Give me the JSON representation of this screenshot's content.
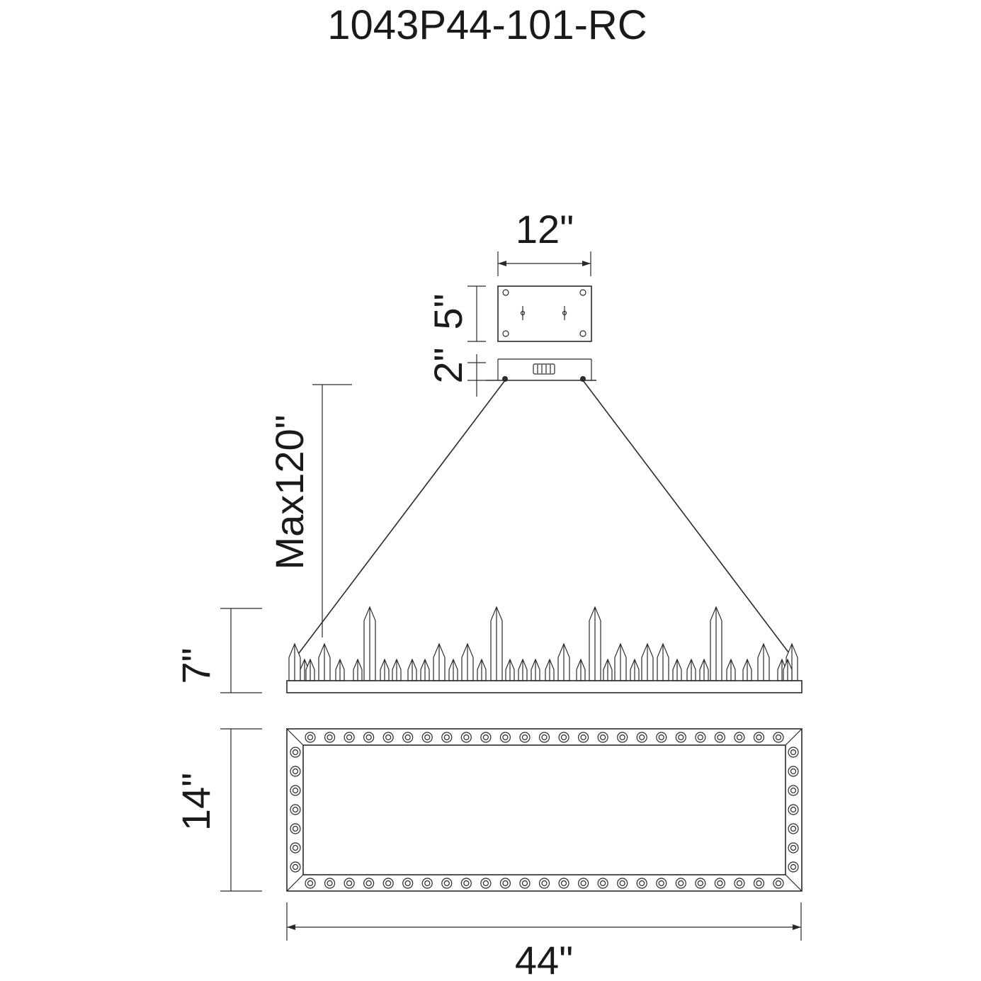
{
  "title": "1043P44-101-RC",
  "dimensions": {
    "canopy_width": "12\"",
    "canopy_height": "5\"",
    "canopy_depth": "2\"",
    "max_drop": "Max120\"",
    "fixture_height": "7\"",
    "fixture_depth": "14\"",
    "fixture_width": "44\""
  },
  "colors": {
    "line": "#2a2a2a",
    "text": "#1a1a1a",
    "background": "#ffffff"
  }
}
